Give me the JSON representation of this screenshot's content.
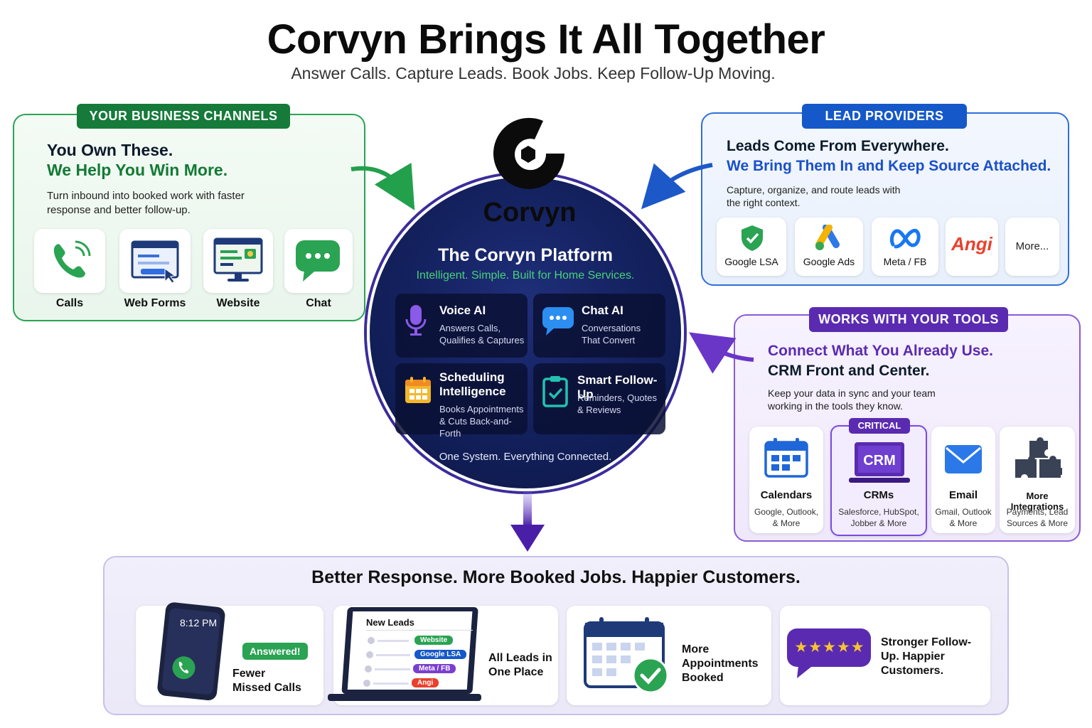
{
  "header": {
    "title": "Corvyn Brings It All Together",
    "subtitle": "Answer Calls. Capture Leads. Book Jobs. Keep Follow-Up Moving."
  },
  "business_channels": {
    "tag": "YOUR BUSINESS CHANNELS",
    "heading_1": "You Own These.",
    "heading_2": "We Help You Win More.",
    "description": "Turn inbound into booked work with faster response and better follow-up.",
    "items": [
      {
        "label": "Calls",
        "icon": "phone-icon"
      },
      {
        "label": "Web Forms",
        "icon": "web-form-icon"
      },
      {
        "label": "Website",
        "icon": "website-icon"
      },
      {
        "label": "Chat",
        "icon": "chat-icon"
      }
    ]
  },
  "lead_providers": {
    "tag": "LEAD PROVIDERS",
    "heading_1": "Leads Come From Everywhere.",
    "heading_2": "We Bring Them In and Keep Source Attached.",
    "description": "Capture, organize, and route leads with the right context.",
    "items": [
      {
        "label": "Google LSA",
        "icon": "google-lsa-shield-icon"
      },
      {
        "label": "Google Ads",
        "icon": "google-ads-icon"
      },
      {
        "label": "Meta / FB",
        "icon": "meta-icon"
      },
      {
        "label": "Angi",
        "icon": "angi-logo"
      },
      {
        "label": "More..."
      }
    ]
  },
  "platform": {
    "brand": "Corvyn",
    "title": "The Corvyn Platform",
    "tagline": "Intelligent. Simple. Built for Home Services.",
    "features": [
      {
        "name": "Voice AI",
        "desc": "Answers Calls, Qualifies & Captures",
        "icon": "microphone-icon"
      },
      {
        "name": "Chat AI",
        "desc": "Conversations That Convert",
        "icon": "chat-bubble-icon"
      },
      {
        "name": "Scheduling Intelligence",
        "desc": "Books Appointments & Cuts Back-and-Forth",
        "icon": "calendar-icon"
      },
      {
        "name": "Smart Follow-Up",
        "desc": "Reminders, Quotes & Reviews",
        "icon": "clipboard-check-icon"
      }
    ],
    "footer": "One System. Everything Connected."
  },
  "tools": {
    "tag": "WORKS WITH YOUR TOOLS",
    "heading_1": "Connect What You Already Use.",
    "heading_2": "CRM Front and Center.",
    "description": "Keep your data in sync and your team working in the tools they know.",
    "critical_badge": "CRITICAL",
    "items": [
      {
        "name": "Calendars",
        "sub": "Google, Outlook, & More",
        "icon": "calendar-icon"
      },
      {
        "name": "CRMs",
        "sub": "Salesforce, HubSpot, Jobber & More",
        "icon": "crm-laptop-icon",
        "screen_text": "CRM"
      },
      {
        "name": "Email",
        "sub": "Gmail, Outlook & More",
        "icon": "envelope-icon"
      },
      {
        "name": "More Integrations",
        "sub": "Payments, Lead Sources & More",
        "icon": "puzzle-icon"
      }
    ]
  },
  "results": {
    "title": "Better Response. More Booked Jobs. Happier Customers.",
    "phone_time": "8:12 PM",
    "phone_badge": "Answered!",
    "card_1": "Fewer Missed Calls",
    "leads_header": "New Leads",
    "lead_sources": [
      "Website",
      "Google LSA",
      "Meta / FB",
      "Angi"
    ],
    "card_2": "All Leads in One Place",
    "card_3": "More Appointments Booked",
    "stars": "★★★★★",
    "card_4": "Stronger Follow-Up. Happier Customers."
  },
  "colors": {
    "green": "#157a3a",
    "blue": "#1558c9",
    "purple": "#5a2bb0",
    "navy": "#142260"
  }
}
